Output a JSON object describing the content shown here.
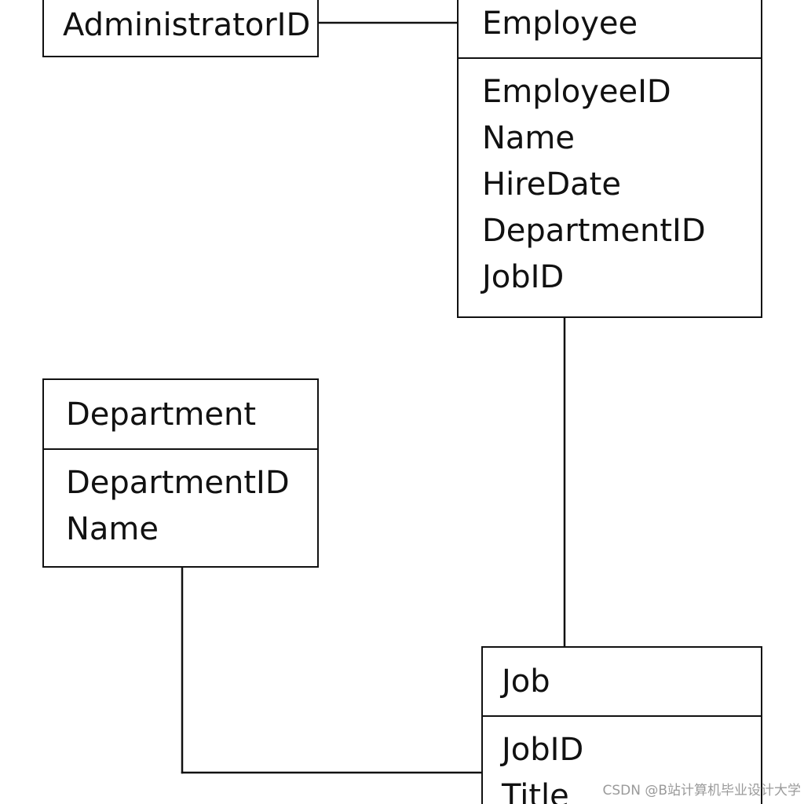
{
  "entities": {
    "administrator": {
      "label": "AdministratorID"
    },
    "employee": {
      "title": "Employee",
      "attributes": [
        "EmployeeID",
        "Name",
        "HireDate",
        "DepartmentID",
        "JobID"
      ]
    },
    "department": {
      "title": "Department",
      "attributes": [
        "DepartmentID",
        "Name"
      ]
    },
    "job": {
      "title": "Job",
      "attributes": [
        "JobID",
        "Title"
      ]
    }
  },
  "watermark": "CSDN @B站计算机毕业设计大学",
  "colors": {
    "line": "#111111",
    "background": "#ffffff",
    "watermark": "#8a8a8a"
  }
}
